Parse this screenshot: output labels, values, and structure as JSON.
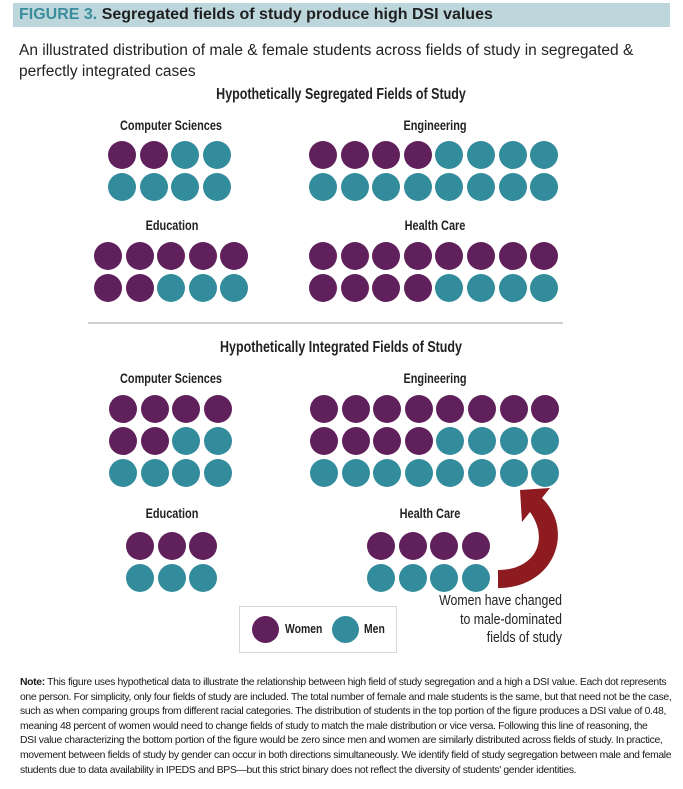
{
  "header": {
    "figure_label": "FIGURE 3.",
    "title": "Segregated fields of study produce high DSI values"
  },
  "subtitle": "An illustrated distribution of male & female students across fields of study in segregated & perfectly integrated cases",
  "colors": {
    "women": "#60205b",
    "men": "#338c9c",
    "arrow": "#8e1b1f",
    "band": "#bcd6dc"
  },
  "chart_data": {
    "type": "dot-diagram",
    "legend": {
      "women": "Women",
      "men": "Men"
    },
    "panels": [
      {
        "id": "seg",
        "title": "Hypothetically Segregated Fields of Study",
        "fields": [
          {
            "name": "Computer Sciences",
            "women": 2,
            "men": 6
          },
          {
            "name": "Engineering",
            "women": 4,
            "men": 12
          },
          {
            "name": "Education",
            "women": 7,
            "men": 3
          },
          {
            "name": "Health Care",
            "women": 12,
            "men": 4
          }
        ]
      },
      {
        "id": "int",
        "title": "Hypothetically Integrated Fields of Study",
        "fields": [
          {
            "name": "Computer Sciences",
            "women": 6,
            "men": 6
          },
          {
            "name": "Engineering",
            "women": 12,
            "men": 12
          },
          {
            "name": "Education",
            "women": 3,
            "men": 3
          },
          {
            "name": "Health Care",
            "women": 4,
            "men": 4
          }
        ]
      }
    ],
    "annotation": [
      "Women have changed",
      "to male-dominated",
      "fields of study"
    ]
  },
  "note": {
    "label": "Note:",
    "lines": [
      "This figure uses hypothetical  data to illustrate the relationship between high field of study segregation and a high a DSI value. Each dot represents",
      "one person. For simplicity, only four fields of study are included. The total number of female and male students is the same, but that need not be the case,",
      "such as when comparing groups from different racial categories. The distribution of students in the top portion of the figure produces a DSI value of 0.48,",
      "meaning 48 percent of women would need to change fields of study to match the male distribution or vice versa. Following this line of reasoning, the",
      "DSI value characterizing the bottom portion of the figure would be zero since men and women are similarly distributed across fields of study. In practice,",
      "movement between fields of study by gender can occur in both directions simultaneously. We identify field of study segregation between male and female",
      "students due to data availability in IPEDS and BPS—but this strict binary does not reflect the diversity of students' gender identities."
    ]
  }
}
